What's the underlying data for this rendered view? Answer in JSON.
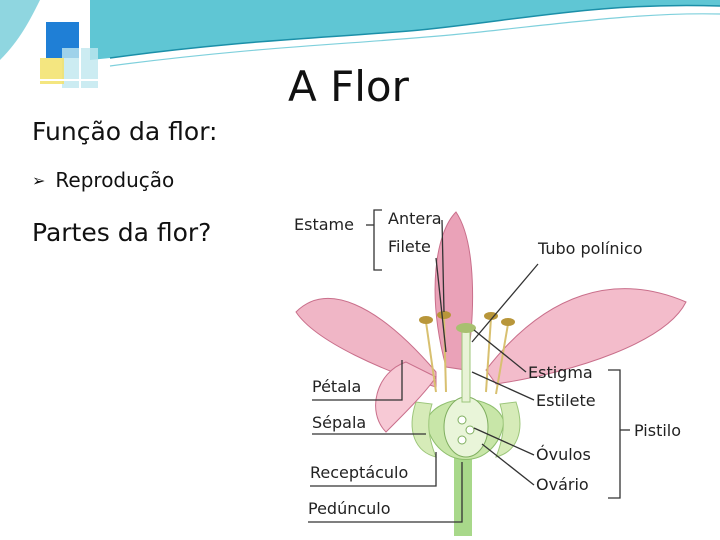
{
  "slide": {
    "title": "A Flor",
    "subtitle": "Função da flor:",
    "bullet": "Reprodução",
    "question": "Partes da flor?"
  },
  "diagram": {
    "labels": {
      "estame": "Estame",
      "antera": "Antera",
      "filete": "Filete",
      "tubo": "Tubo polínico",
      "petala": "Pétala",
      "sepala": "Sépala",
      "receptaculo": "Receptáculo",
      "pedunculo": "Pedúnculo",
      "estigma": "Estigma",
      "estilete": "Estilete",
      "pistilo": "Pistilo",
      "ovulos": "Óvulos",
      "ovario": "Ovário"
    }
  },
  "colors": {
    "teal": "#2db3c7",
    "blue_square": "#1f7fd6",
    "petal": "#e8a3b8",
    "petal_dark": "#c96f8b",
    "sepal": "#cfe3b2",
    "stem": "#9fcf7a"
  }
}
